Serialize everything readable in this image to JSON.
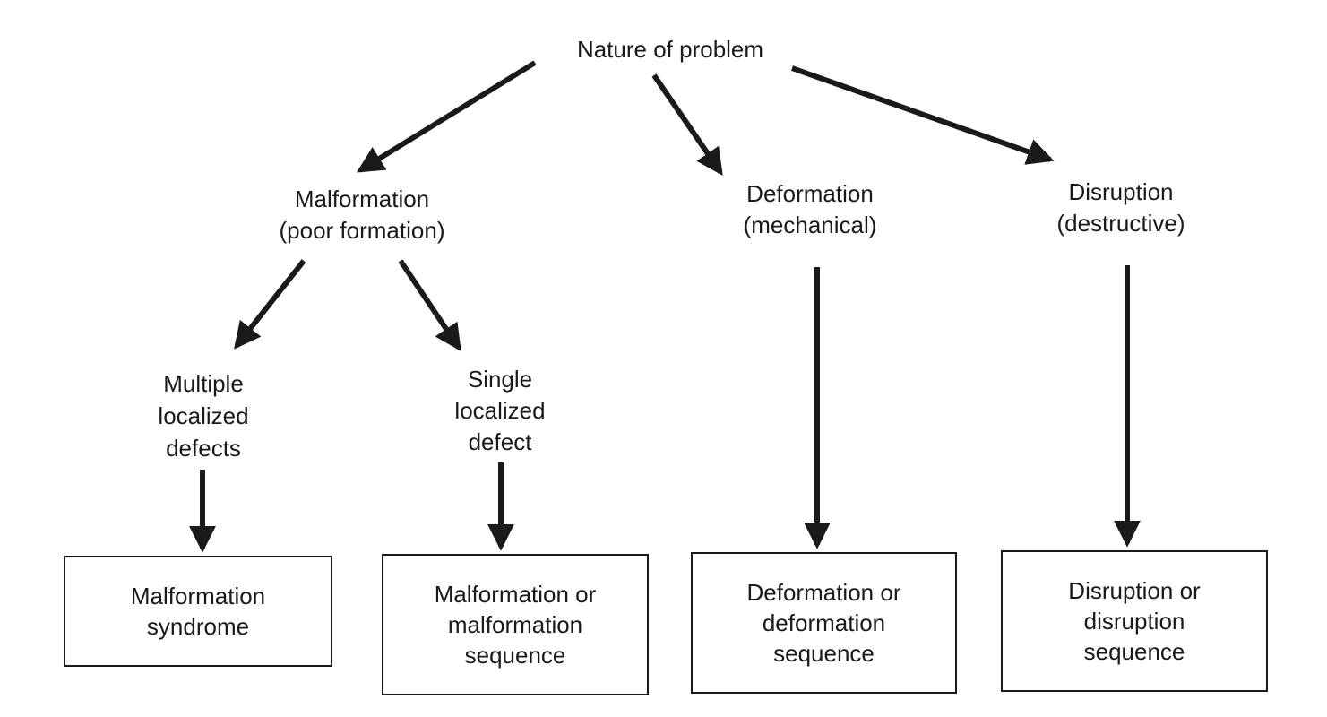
{
  "root": {
    "lines": [
      "Nature of  problem"
    ]
  },
  "categories": {
    "malformation": {
      "lines": [
        "Malformation",
        "(poor formation)"
      ]
    },
    "deformation": {
      "lines": [
        "Deformation",
        "(mechanical)"
      ]
    },
    "disruption": {
      "lines": [
        "Disruption",
        "(destructive)"
      ]
    }
  },
  "subcategories": {
    "multiple": {
      "lines": [
        "Multiple",
        "localized",
        "defects"
      ]
    },
    "single": {
      "lines": [
        "Single",
        "localized",
        "defect"
      ]
    }
  },
  "outcomes": {
    "malformation_syndrome": {
      "lines": [
        "Malformation",
        "syndrome"
      ]
    },
    "malformation_sequence": {
      "lines": [
        "Malformation or",
        "malformation",
        "sequence"
      ]
    },
    "deformation_sequence": {
      "lines": [
        "Deformation or",
        "deformation",
        "sequence"
      ]
    },
    "disruption_sequence": {
      "lines": [
        "Disruption or",
        "disruption",
        "sequence"
      ]
    }
  },
  "colors": {
    "ink": "#1a1a1a",
    "background": "#ffffff"
  }
}
